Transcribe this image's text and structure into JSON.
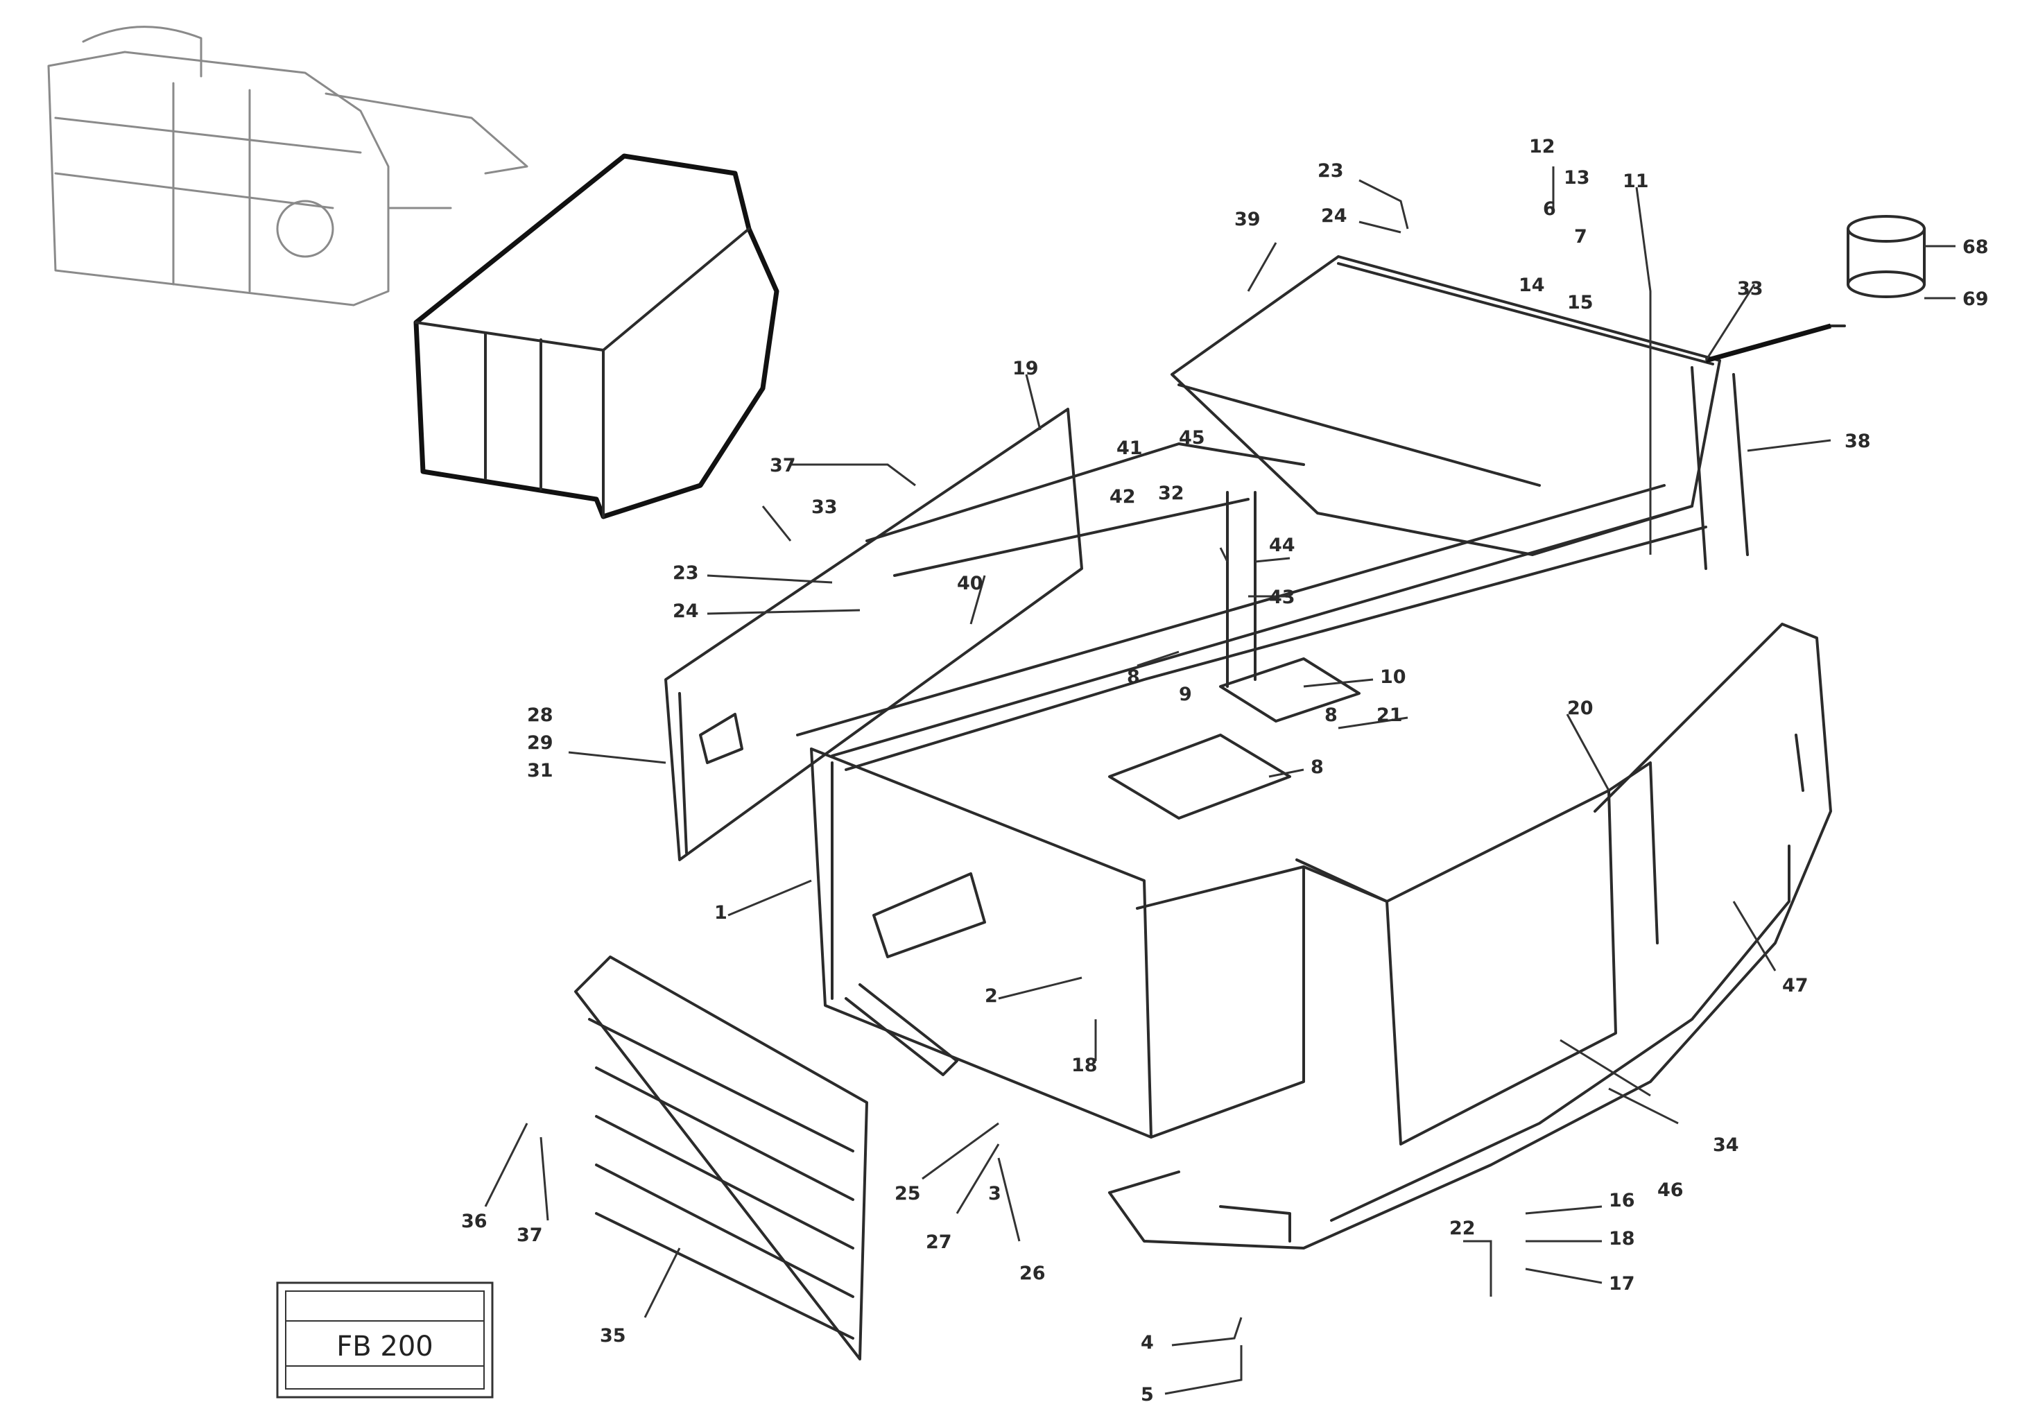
{
  "diagram": {
    "callouts": [
      "23",
      "24",
      "12",
      "13",
      "11",
      "39",
      "14",
      "15",
      "6",
      "7",
      "33",
      "68",
      "69",
      "19",
      "37",
      "33",
      "41",
      "45",
      "32",
      "42",
      "38",
      "23",
      "24",
      "40",
      "44",
      "43",
      "8",
      "9",
      "10",
      "8",
      "21",
      "28",
      "29",
      "31",
      "20",
      "8",
      "1",
      "2",
      "18",
      "47",
      "25",
      "27",
      "3",
      "26",
      "22",
      "36",
      "37",
      "35",
      "34",
      "46",
      "16",
      "18",
      "17",
      "4",
      "5"
    ],
    "reference_stamp": {
      "title": "",
      "code": "FB 200",
      "subtitle": ""
    },
    "colors": {
      "line": "#2b2b2b",
      "background": "#ffffff"
    }
  }
}
